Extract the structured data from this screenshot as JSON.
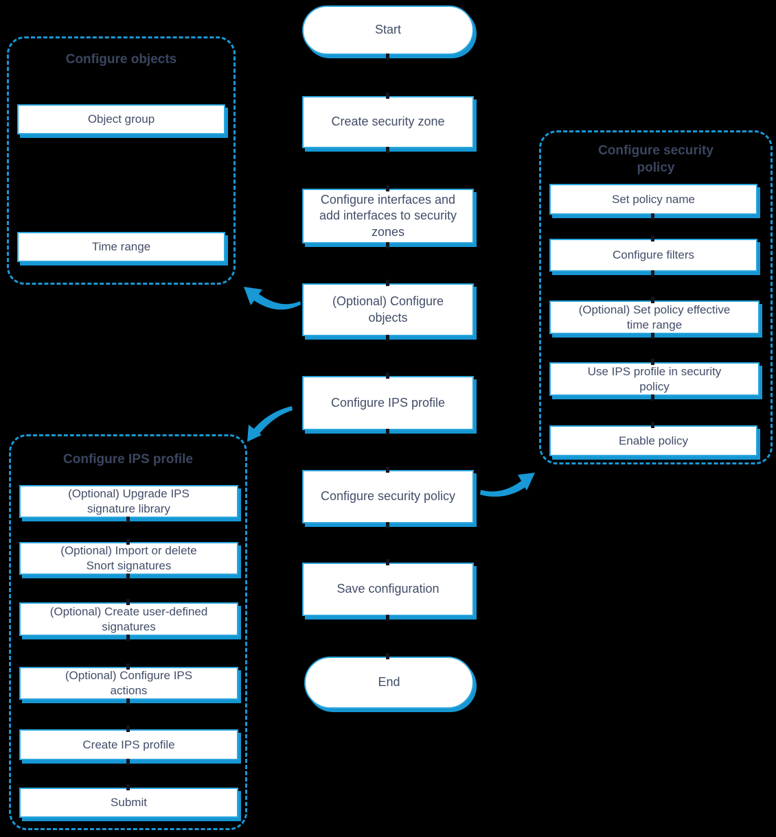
{
  "colors": {
    "background": "#000000",
    "accent_blue": "#1899d6",
    "box_border_blue": "#2ba6dd",
    "shadow_blue": "#1697d3",
    "text_navy": "#424d68",
    "title_navy": "#3b4660"
  },
  "icons": {
    "to_objects_group": "curved-arrow-up-left-icon",
    "to_ips_profile_group": "curved-arrow-down-left-icon",
    "to_security_policy_group": "curved-arrow-up-right-icon"
  },
  "flow": {
    "nodes": [
      {
        "id": "start",
        "type": "stadium",
        "label": "Start"
      },
      {
        "id": "create-security-zone",
        "type": "process",
        "label": "Create security zone"
      },
      {
        "id": "configure-interfaces",
        "type": "process",
        "label": "Configure interfaces and\nadd interfaces to security\nzones"
      },
      {
        "id": "optional-configure-objects",
        "type": "process",
        "label": "(Optional) Configure\nobjects"
      },
      {
        "id": "configure-ips-profile",
        "type": "process",
        "label": "Configure IPS profile"
      },
      {
        "id": "configure-security-policy",
        "type": "process",
        "label": "Configure security policy"
      },
      {
        "id": "save-configuration",
        "type": "process",
        "label": "Save configuration"
      },
      {
        "id": "end",
        "type": "stadium",
        "label": "End"
      }
    ]
  },
  "groups": {
    "objects": {
      "title": "Configure objects",
      "items": [
        "Object group",
        "Time range"
      ]
    },
    "ips_profile": {
      "title": "Configure IPS profile",
      "items": [
        "(Optional) Upgrade IPS\nsignature library",
        "(Optional) Import  or delete\nSnort signatures",
        "(Optional) Create user-defined\nsignatures",
        "(Optional) Configure IPS\nactions",
        "Create IPS profile",
        "Submit"
      ]
    },
    "security_policy": {
      "title": "Configure security\npolicy",
      "items": [
        "Set policy name",
        "Configure filters",
        "(Optional) Set policy effective\ntime range",
        "Use IPS profile in security\npolicy",
        "Enable policy"
      ]
    }
  }
}
